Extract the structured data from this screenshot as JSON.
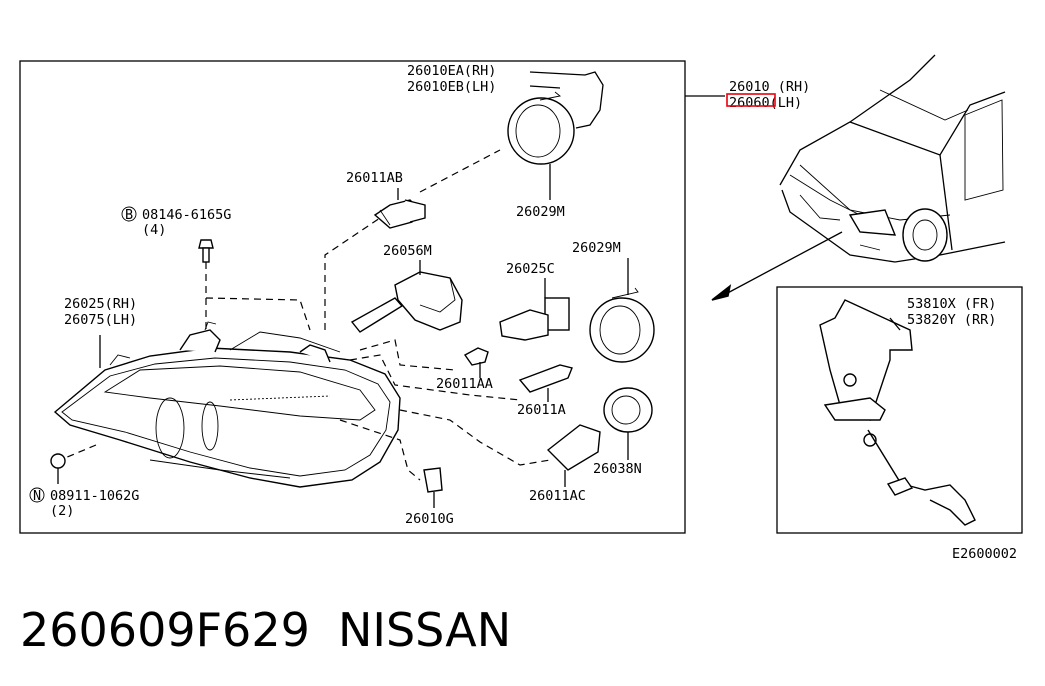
{
  "callouts": {
    "p26010EA": "26010EA(RH)",
    "p26010EB": "26010EB(LH)",
    "p26010_rh": "26010 (RH)",
    "p26060_lh": "26060(LH)",
    "p26011AB": "26011AB",
    "p26029M_top": "26029M",
    "bolt_line1": "08146-6165G",
    "bolt_line2": "(4)",
    "p26056M": "26056M",
    "p26025C": "26025C",
    "p26029M_right": "26029M",
    "p26025_rh": "26025(RH)",
    "p26075_lh": "26075(LH)",
    "p26011AA": "26011AA",
    "p26011A": "26011A",
    "p26038N": "26038N",
    "p26011AC": "26011AC",
    "nut_line1": "08911-1062G",
    "nut_line2": "(2)",
    "p26010G": "26010G",
    "p53810X": "53810X (FR)",
    "p53820Y": "53820Y (RR)"
  },
  "bolt_marker": "B",
  "nut_marker": "N",
  "diagram_id": "E2600002",
  "part_number": "260609F629",
  "brand": "NISSAN",
  "highlight_color": "#e8000b"
}
